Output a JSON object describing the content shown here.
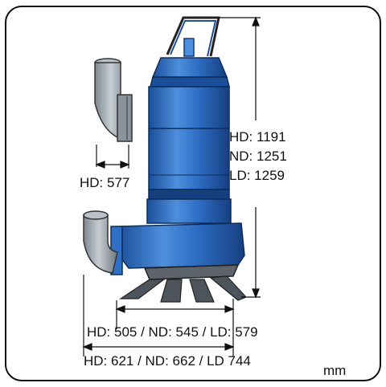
{
  "labels": {
    "height": [
      "HD: 1191",
      "ND: 1251",
      "LD: 1259"
    ],
    "discharge_offset": "HD: 577",
    "base_width": "HD: 505 / ND: 545 / LD: 579",
    "overall_width": "HD: 621 / ND: 662 / LD 744",
    "unit": "mm"
  },
  "colors": {
    "pump_body": "#2f6fc6",
    "pump_dark": "#1c4f9a",
    "pump_light": "#5b9be0",
    "fitting_gray": "#9aa3ad",
    "line": "#111111"
  }
}
